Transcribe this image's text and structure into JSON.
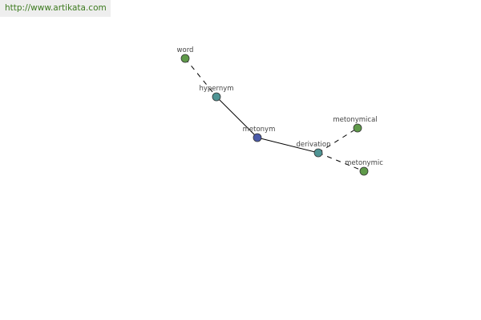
{
  "source": {
    "url": "http://www.artikata.com"
  },
  "graph": {
    "colors": {
      "center": "#4a5aa8",
      "relation": "#4f9494",
      "leaf": "#5f9a4a",
      "stroke": "#333333",
      "edge": "#000000"
    },
    "nodes": [
      {
        "id": "word",
        "label": "word",
        "kind": "leaf"
      },
      {
        "id": "hypernym",
        "label": "hypernym",
        "kind": "relation"
      },
      {
        "id": "metonym",
        "label": "metonym",
        "kind": "center"
      },
      {
        "id": "derivation",
        "label": "derivation",
        "kind": "relation"
      },
      {
        "id": "metonymical",
        "label": "metonymical",
        "kind": "leaf"
      },
      {
        "id": "metonymic",
        "label": "metonymic",
        "kind": "leaf"
      }
    ],
    "edges": [
      {
        "from": "word",
        "to": "hypernym",
        "style": "dashed"
      },
      {
        "from": "hypernym",
        "to": "metonym",
        "style": "solid"
      },
      {
        "from": "metonym",
        "to": "derivation",
        "style": "solid"
      },
      {
        "from": "derivation",
        "to": "metonymical",
        "style": "dashed"
      },
      {
        "from": "derivation",
        "to": "metonymic",
        "style": "dashed"
      }
    ]
  }
}
